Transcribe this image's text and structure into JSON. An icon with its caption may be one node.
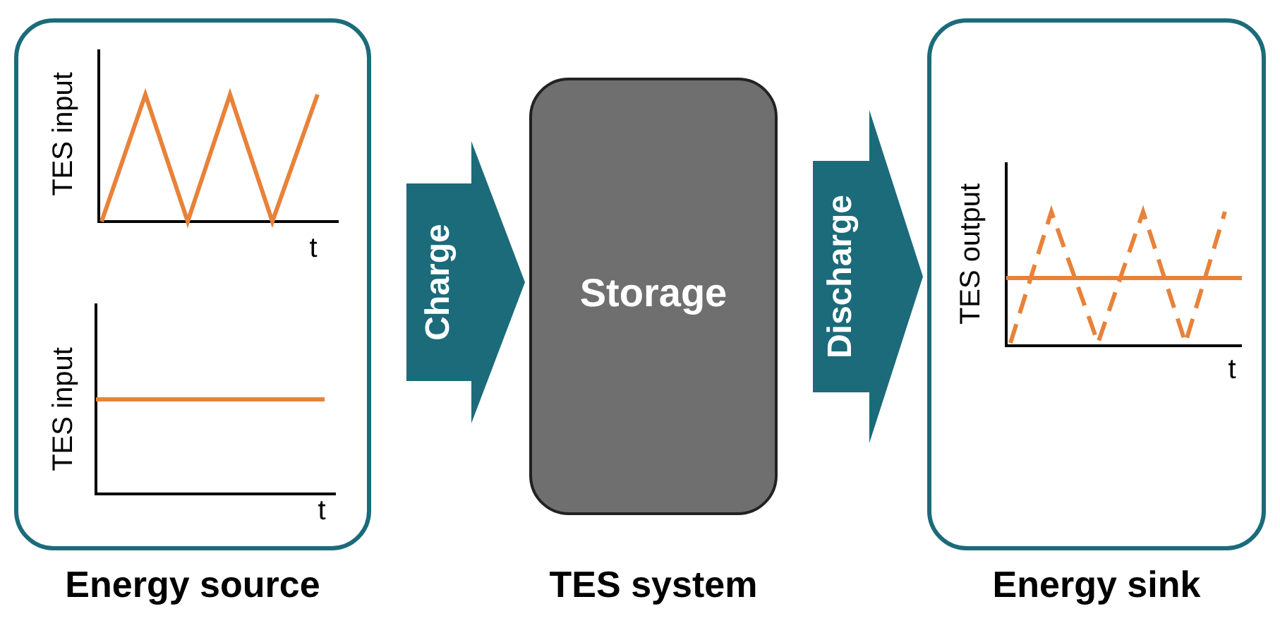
{
  "diagram": {
    "nodes": [
      {
        "text": [
          "Energy source"
        ]
      },
      {
        "text": [
          "Storage",
          "TES system"
        ]
      },
      {
        "text": [
          "Energy sink"
        ]
      }
    ],
    "edges": [
      {
        "from": 0,
        "to": 1,
        "arrow": "to",
        "label": "Charge",
        "style": "thick"
      },
      {
        "from": 1,
        "to": 2,
        "arrow": "to",
        "label": "Discharge",
        "style": "thick"
      }
    ],
    "labels": [
      "TES input",
      "t",
      "TES input",
      "t",
      "TES output",
      "t"
    ]
  }
}
